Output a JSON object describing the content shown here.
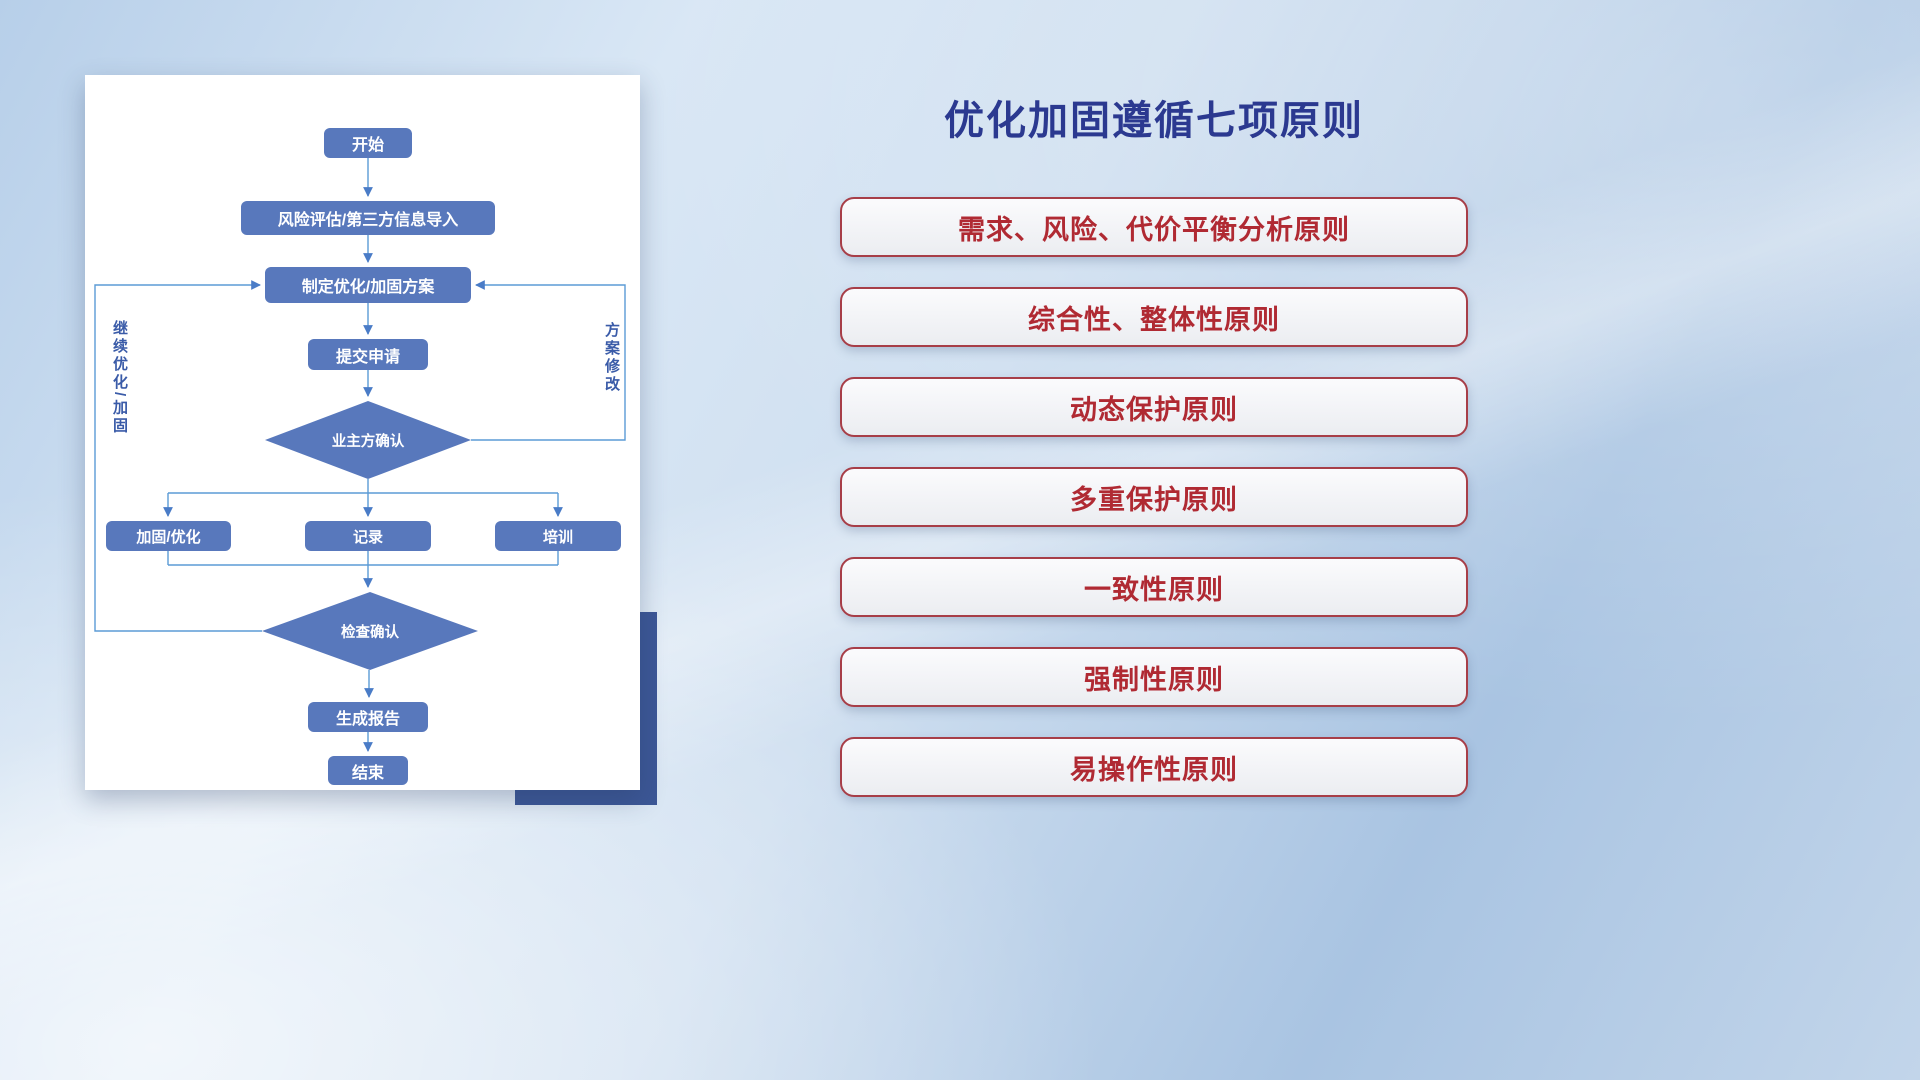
{
  "slide": {
    "title": "优化加固遵循七项原则"
  },
  "flowchart": {
    "start": "开始",
    "risk_import": "风险评估/第三方信息导入",
    "make_plan": "制定优化/加固方案",
    "submit": "提交申请",
    "owner_confirm": "业主方确认",
    "reinforce": "加固/优化",
    "record": "记录",
    "training": "培训",
    "check_confirm": "检查确认",
    "report": "生成报告",
    "end": "结束",
    "loop_left": "继续优化/加固",
    "loop_right": "方案修改"
  },
  "principles": [
    "需求、风险、代价平衡分析原则",
    "综合性、整体性原则",
    "动态保护原则",
    "多重保护原则",
    "一致性原则",
    "强制性原则",
    "易操作性原则"
  ],
  "colors": {
    "title_text": "#2B3990",
    "principle_text": "#B02A33",
    "principle_border": "#A73E48",
    "node_fill": "#5878BC",
    "connector_line": "#5B9BD5",
    "decor_rectangle": "#3C5796",
    "loop_label_text": "#3A5BA8"
  }
}
